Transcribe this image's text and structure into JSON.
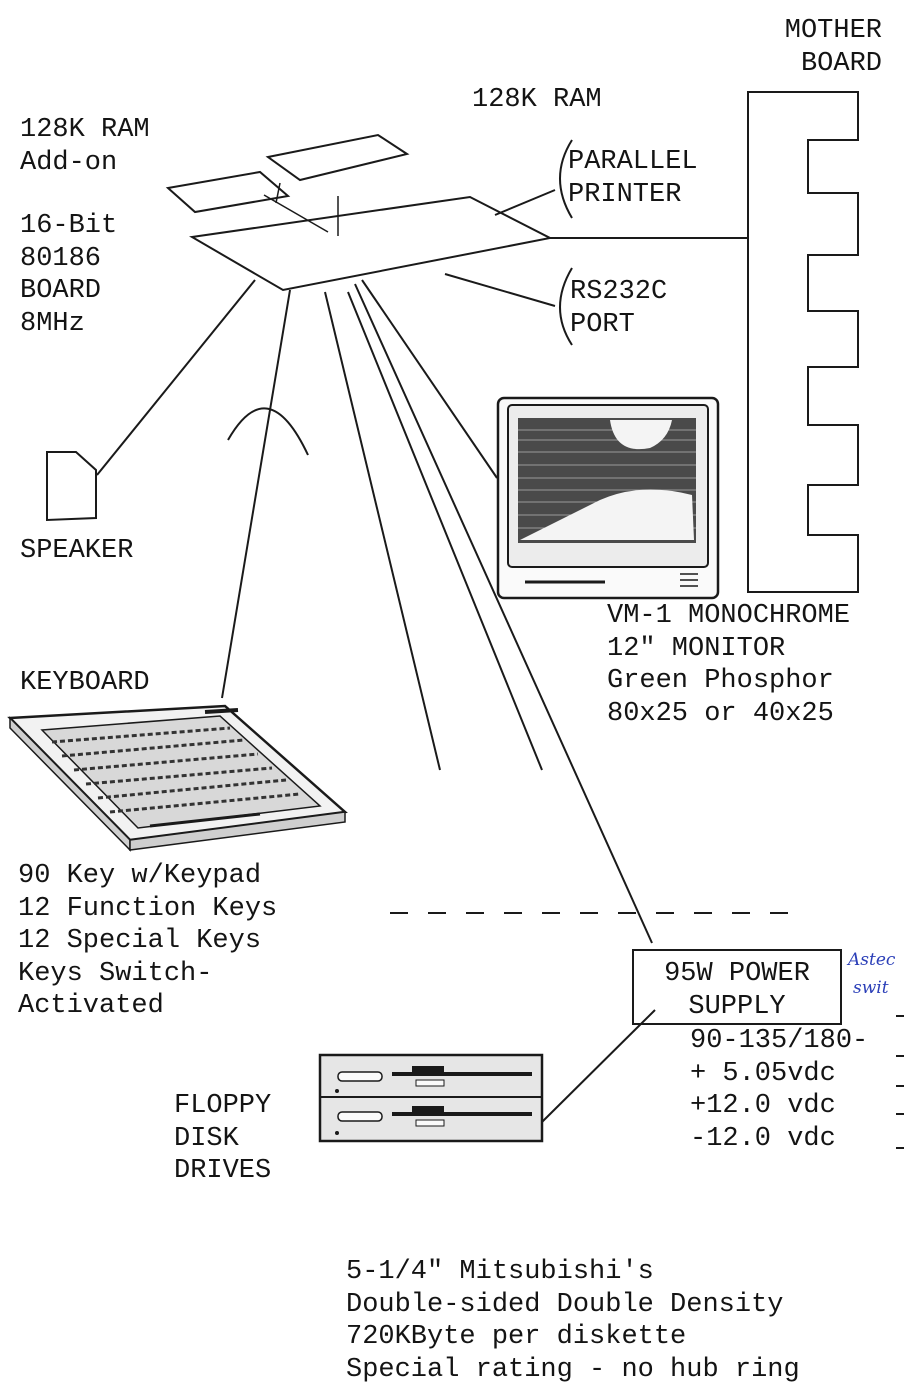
{
  "labels": {
    "motherboard": [
      "MOTHER",
      "BOARD"
    ],
    "ram_top": "128K RAM",
    "ram_addon": [
      "128K RAM",
      "Add-on"
    ],
    "cpu_board": [
      "16-Bit",
      "80186",
      "BOARD",
      "8MHz"
    ],
    "parallel": [
      "PARALLEL",
      "PRINTER"
    ],
    "rs232": [
      "RS232C",
      "PORT"
    ],
    "speaker": "SPEAKER",
    "monitor": [
      "VM-1 MONOCHROME",
      "12\" MONITOR",
      "Green Phosphor",
      "80x25 or 40x25"
    ],
    "keyboard": "KEYBOARD",
    "keyboard_specs": [
      "90 Key w/Keypad",
      "12 Function Keys",
      "12 Special Keys",
      "Keys Switch-",
      "Activated"
    ],
    "power_supply": [
      "95W POWER",
      "SUPPLY"
    ],
    "power_specs": [
      "90-135/180-",
      "+ 5.05vdc",
      "+12.0 vdc",
      "-12.0 vdc"
    ],
    "handwritten": [
      "Astec",
      "swit"
    ],
    "floppy": [
      "FLOPPY",
      "DISK",
      "DRIVES"
    ],
    "floppy_specs": [
      "5-1/4\" Mitsubishi's",
      "Double-sided Double Density",
      "720KByte per diskette",
      "Special rating - no hub ring"
    ]
  }
}
